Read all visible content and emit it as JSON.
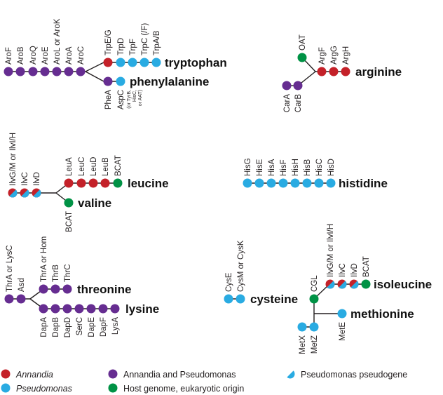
{
  "colors": {
    "annandia": "#c42129",
    "pseudomonas": "#29abe2",
    "both": "#662d91",
    "host": "#009245",
    "pseudogene_half": "#29abe2",
    "line": "#231f20"
  },
  "products": {
    "tryptophan": "tryptophan",
    "phenylalanine": "phenylalanine",
    "arginine": "arginine",
    "leucine": "leucine",
    "valine": "valine",
    "histidine": "histidine",
    "threonine": "threonine",
    "lysine": "lysine",
    "cysteine": "cysteine",
    "isoleucine": "isoleucine",
    "methionine": "methionine"
  },
  "genes": {
    "aroF": "AroF",
    "aroB": "AroB",
    "aroQ": "AroQ",
    "aroE": "AroE",
    "aroL": "AroL",
    "or1": " or ",
    "aroK": "AroK",
    "aroA": "AroA",
    "aroC": "AroC",
    "trpEG": "TrpE/G",
    "trpD": "TrpD",
    "trpF": "TrpF",
    "trpC": "TrpC (/F)",
    "trpAB": "TrpA/B",
    "pheA": "PheA",
    "aspC": "AspC",
    "aspC_note1": "(or TyrB,",
    "aspC_note2": "HisC,",
    "aspC_note3": "or AAT)",
    "oat": "OAT",
    "argF": "ArgF",
    "argG": "ArgG",
    "argH": "ArgH",
    "carA": "CarA",
    "carB": "CarB",
    "ilvGM": "IlvG/M",
    "or2": " or ",
    "ilvIH": "IlvI/H",
    "ilvC": "IlvC",
    "ilvD": "IlvD",
    "leuA": "LeuA",
    "leuC": "LeuC",
    "leuD": "LeuD",
    "leuB": "LeuB",
    "bcat": "BCAT",
    "bcat2": "BCAT",
    "hisG": "HisG",
    "hisE": "HisE",
    "hisA": "HisA",
    "hisF": "HisF",
    "hisH": "HisH",
    "hisB": "HisB",
    "hisC": "HisC",
    "hisD": "HisD",
    "thrA1": "ThrA",
    "or3": " or ",
    "lysC": "LysC",
    "asd": "Asd",
    "thrA2": "ThrA",
    "or4": " or ",
    "hom": "Hom",
    "thrB": "ThrB",
    "thrC": "ThrC",
    "dapA": "DapA",
    "dapB": "DapB",
    "dapD": "DapD",
    "serC": "SerC",
    "dapE": "DapE",
    "dapF": "DapF",
    "lysA": "LysA",
    "cysE": "CysE",
    "cysMK": "CysM or CysK",
    "cgl": "CGL",
    "ilvGM2": "IlvG/M",
    "or5": " or ",
    "ilvIH2": "IlvI/H",
    "ilvC2": "IlvC",
    "ilvD2": "IlvD",
    "bcat3": "BCAT",
    "metX": "MetX",
    "metZ": "MetZ",
    "metE": "MetE"
  },
  "legend": {
    "annandia": "Annandia",
    "pseudomonas": "Pseudomonas",
    "both_a": "Annandia",
    "both_and": " and ",
    "both_b": "Pseudomonas",
    "host": "Host genome, eukaryotic origin",
    "pseudogene_a": "Pseudomonas",
    "pseudogene_b": " pseudogene"
  }
}
